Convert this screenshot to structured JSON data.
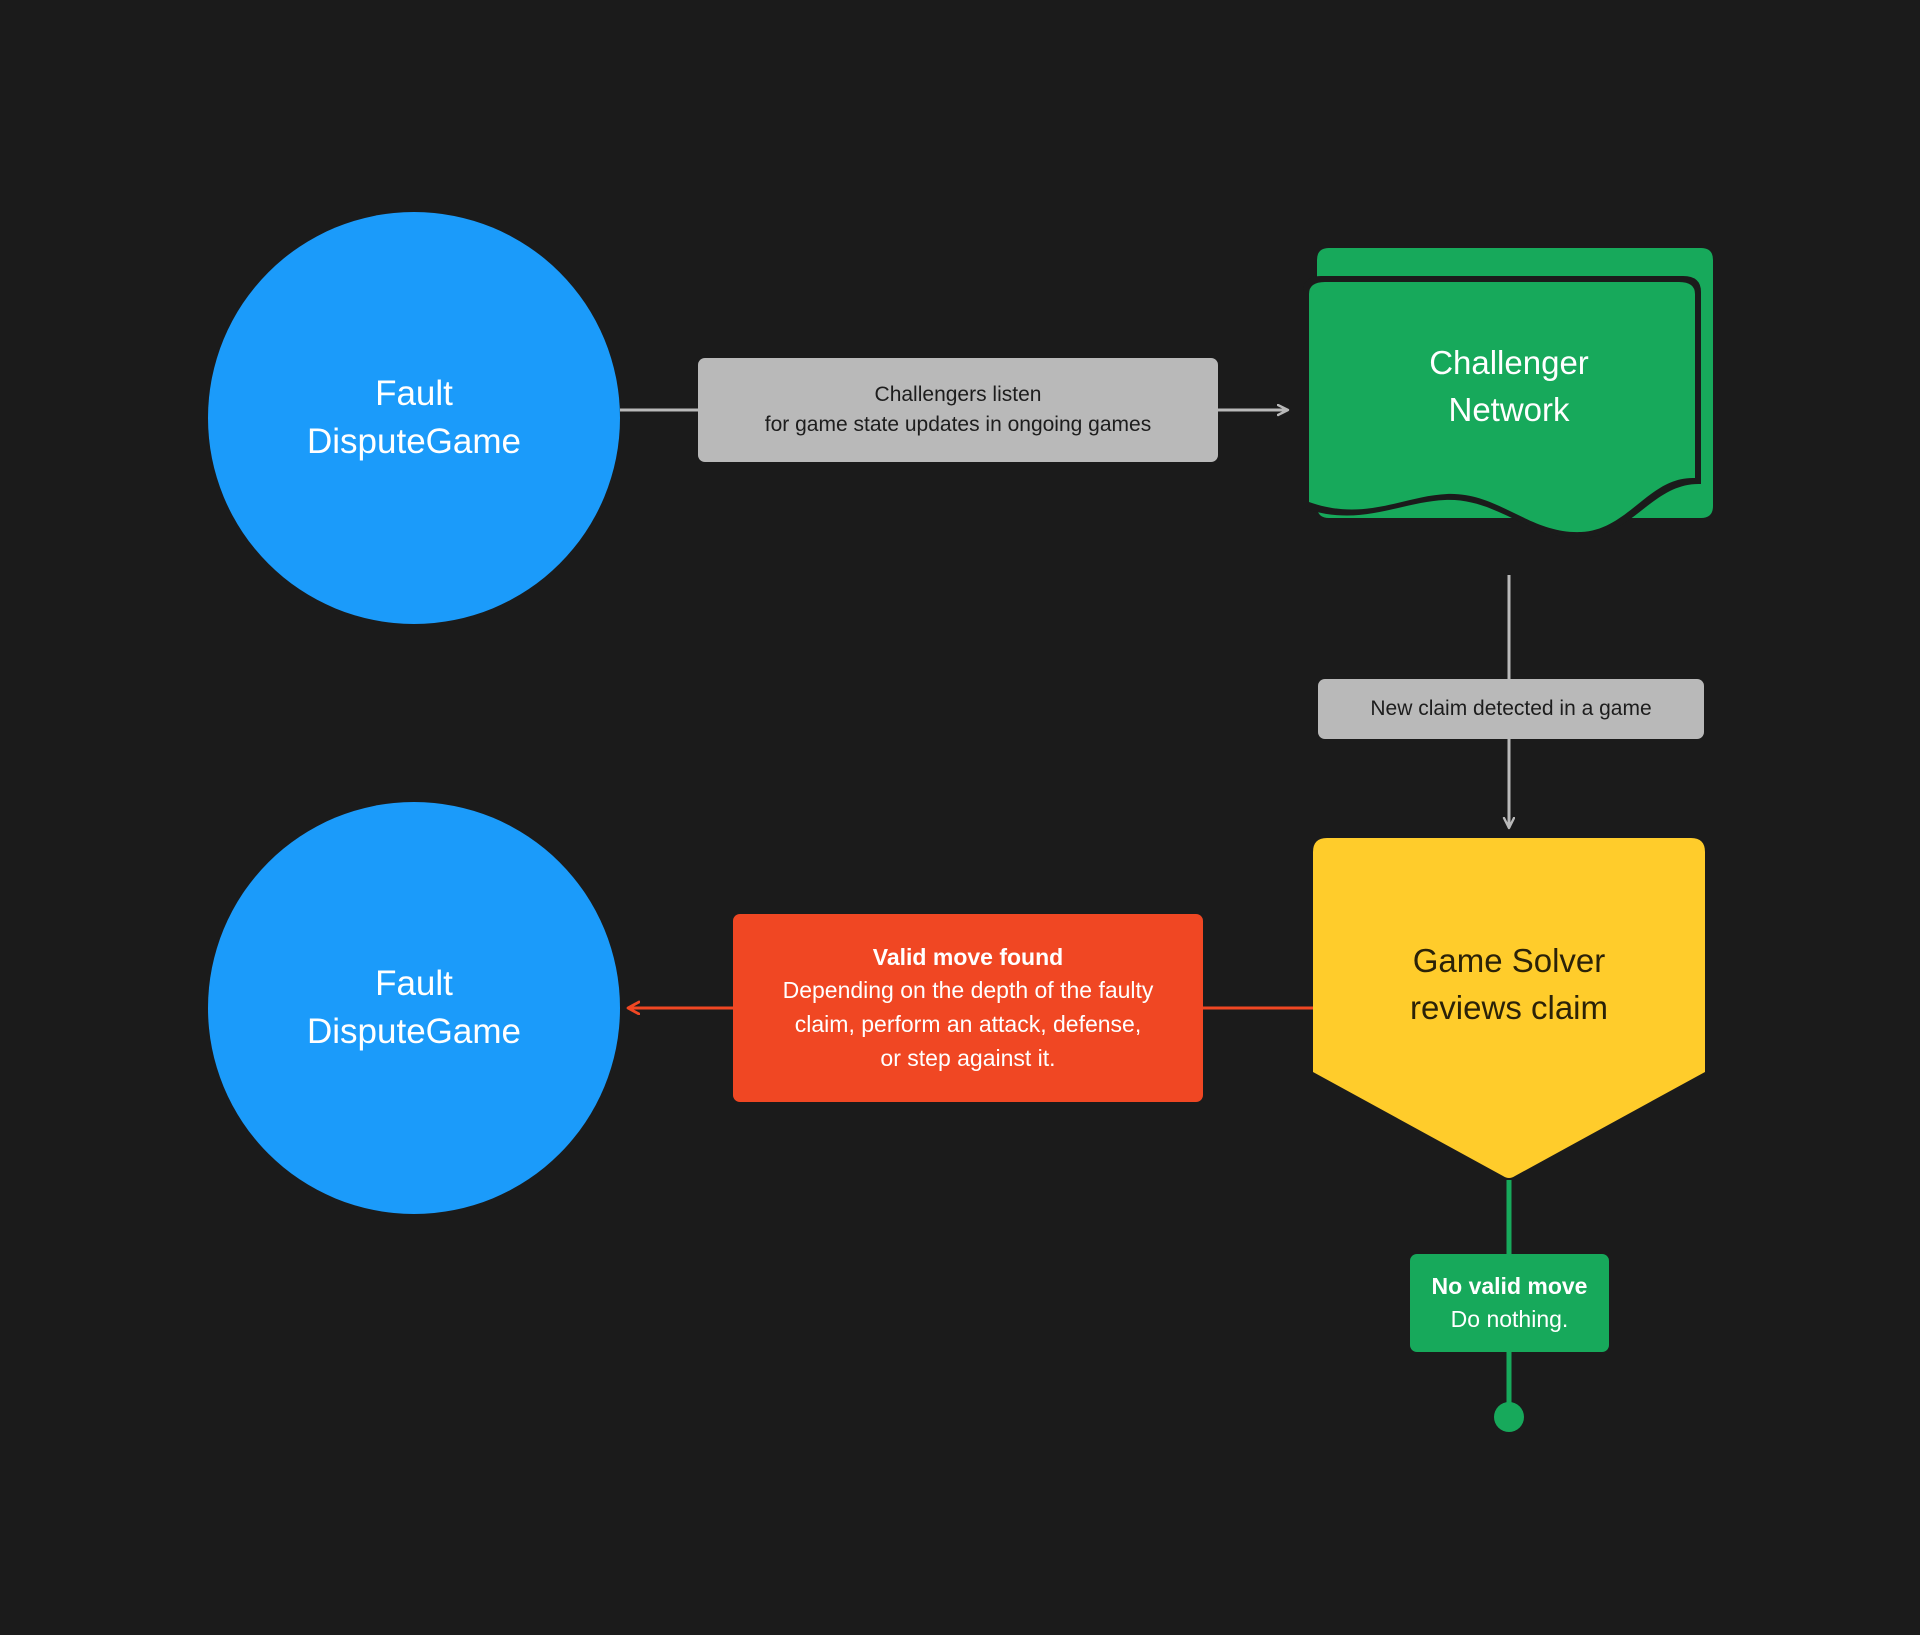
{
  "diagram": {
    "title": "Fault Dispute Game challenger flow",
    "background_color": "#1b1b1b",
    "colors": {
      "blue": "#1b9bfa",
      "green": "#17a95b",
      "yellow": "#ffcc2b",
      "orange": "#f04723",
      "gray_label": "#b9b9b9",
      "gray_edge": "#b9b9b9",
      "dark_text": "#1d1d1d",
      "light_text": "#ffffff"
    }
  },
  "nodes": {
    "fault_dispute_game_top": {
      "line1": "Fault",
      "line2": "DisputeGame",
      "shape": "circle",
      "color": "#1b9bfa"
    },
    "challenger_network": {
      "line1": "Challenger",
      "line2": "Network",
      "shape": "stacked-document",
      "color": "#17a95b"
    },
    "game_solver": {
      "line1": "Game Solver",
      "line2": "reviews claim",
      "shape": "shield",
      "color": "#ffcc2b"
    },
    "fault_dispute_game_bottom": {
      "line1": "Fault",
      "line2": "DisputeGame",
      "shape": "circle",
      "color": "#1b9bfa"
    }
  },
  "edges": {
    "listen": {
      "line1": "Challengers listen",
      "line2": "for game state updates in ongoing games",
      "color": "#b9b9b9",
      "direction": "right"
    },
    "new_claim": {
      "line1": "New claim detected in a game",
      "color": "#b9b9b9",
      "direction": "down"
    },
    "valid_move": {
      "heading": "Valid move found",
      "line1": "Depending on the depth of the faulty",
      "line2": "claim, perform an attack, defense,",
      "line3": "or step against it.",
      "color": "#f04723",
      "direction": "left"
    },
    "no_valid_move": {
      "heading": "No valid move",
      "line1": "Do nothing.",
      "color": "#17a95b",
      "direction": "down-terminal"
    }
  }
}
